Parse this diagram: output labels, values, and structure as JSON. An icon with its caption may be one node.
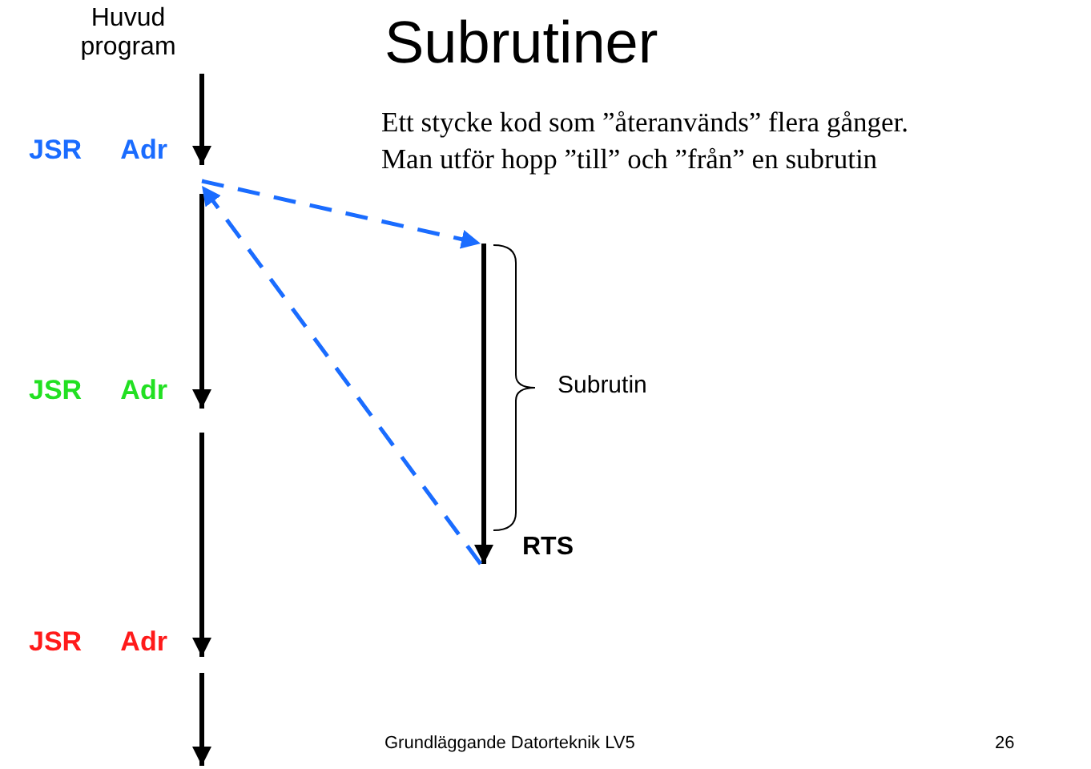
{
  "diagram": {
    "title": "Subrutiner",
    "nodes": [
      {
        "text": [
          "Huvud program"
        ]
      },
      {
        "text": [
          "JSR Adr"
        ]
      },
      {
        "text": [
          "JSR Adr"
        ]
      },
      {
        "text": [
          "JSR Adr"
        ]
      },
      {
        "text": [],
        "shape": "bar",
        "beside": [
          "Subrutin"
        ]
      },
      {
        "text": [
          "RTS"
        ]
      }
    ],
    "edges": [
      {
        "from": 0,
        "to": 1,
        "arrow": "to"
      },
      {
        "from": 1,
        "to": 2,
        "arrow": "to"
      },
      {
        "from": 2,
        "to": 3,
        "arrow": "to"
      },
      {
        "from": 3,
        "to": null,
        "arrow": "to"
      },
      {
        "from": 1,
        "to": 4,
        "arrow": "to",
        "style": "dashed",
        "color": "#1a6cff"
      },
      {
        "from": 4,
        "to": 5,
        "arrow": "to"
      },
      {
        "from": 5,
        "to": 1,
        "arrow": "to",
        "style": "dashed",
        "color": "#1a6cff"
      }
    ],
    "labels": [
      "Ett stycke kod som ”återanvänds” flera gånger.",
      "Man utför hopp ”till” och ”från” en subrutin",
      "Grundläggande Datorteknik LV5",
      "26"
    ]
  }
}
